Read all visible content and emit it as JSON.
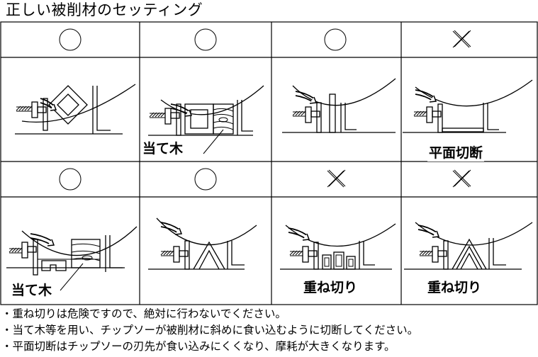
{
  "title": "正しい被削材のセッティング",
  "rows": [
    {
      "marks": [
        "○",
        "○",
        "○",
        "×"
      ],
      "labels": [
        "",
        "当て木",
        "",
        "平面切断"
      ]
    },
    {
      "marks": [
        "○",
        "○",
        "×",
        "×"
      ],
      "labels": [
        "当て木",
        "",
        "重ね切り",
        "重ね切り"
      ]
    }
  ],
  "notes": [
    "・重ね切りは危険ですので、絶対に行わないでください。",
    "・当て木等を用い、チップソーが被削材に斜めに食い込むように切断してください。",
    "・平面切断はチップソーの刃先が食い込みにくくなり、摩耗が大きくなります。"
  ]
}
